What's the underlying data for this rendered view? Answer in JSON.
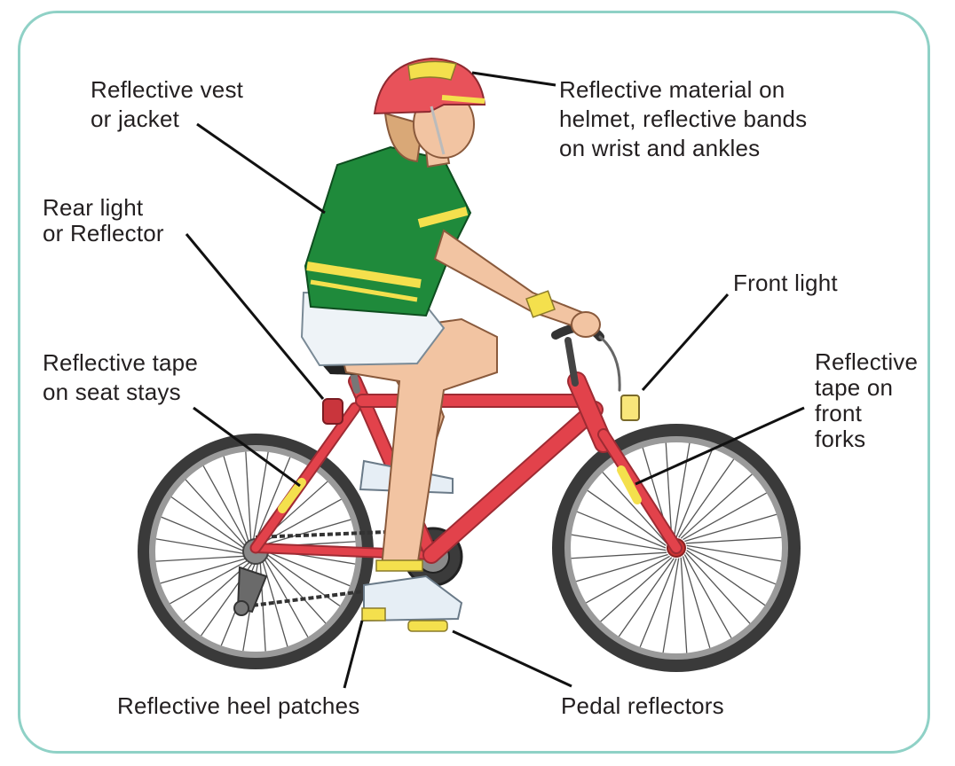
{
  "labels": {
    "vest": "Reflective vest\nor jacket",
    "helmet": "Reflective material on\nhelmet, reflective bands\non wrist and ankles",
    "rear_light": "Rear light\nor Reflector",
    "front_light": "Front light",
    "seat_stays": "Reflective tape\non seat stays",
    "front_forks": "Reflective\ntape on\nfront\nforks",
    "heel": "Reflective heel patches",
    "pedal": "Pedal reflectors"
  },
  "colors": {
    "frame_border": "#8fd1c6",
    "bike_frame": "#e2424b",
    "reflective_yellow": "#f4e04d",
    "helmet": "#e8525a",
    "jersey": "#1f8a3b",
    "tire": "#2b2b2b",
    "skin": "#f2c4a2"
  }
}
